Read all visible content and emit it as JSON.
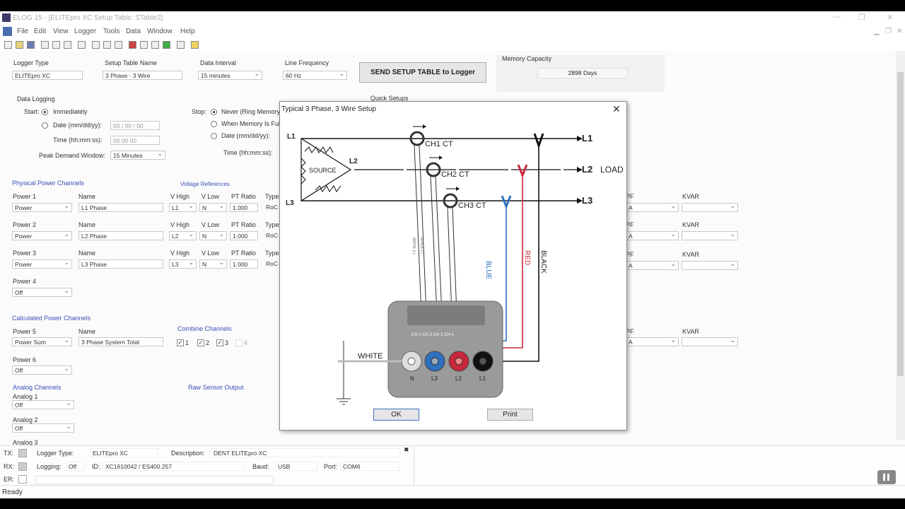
{
  "app": {
    "title": "ELOG 15 - [ELITEpro XC Setup Table: STable2]"
  },
  "menu": [
    "File",
    "Edit",
    "View",
    "Logger",
    "Tools",
    "Data",
    "Window",
    "Help"
  ],
  "setup": {
    "logger_type_label": "Logger Type",
    "logger_type": "ELITEpro XC",
    "table_name_label": "Setup Table Name",
    "table_name": "3 Phase - 3 Wire",
    "interval_label": "Data Interval",
    "interval": "15 minutes",
    "freq_label": "Line Frequency",
    "freq": "60 Hz",
    "send_button": "SEND SETUP TABLE to Logger",
    "memory_label": "Memory Capacity",
    "memory": "2898 Days"
  },
  "logging": {
    "title": "Data Logging",
    "start_label": "Start:",
    "immediately": "Immediately",
    "date_label": "Date (mm/dd/yy):",
    "date_val": "00 / 00 / 00",
    "time_label": "Time (hh:mm:ss):",
    "time_val": "00   00   00",
    "peak_label": "Peak Demand Window:",
    "peak_val": "15 Minutes",
    "stop_label": "Stop:",
    "never": "Never (Ring Memory)",
    "when_full": "When Memory Is Full",
    "stop_date": "Date (mm/dd/yy):",
    "stop_time": "Time (hh:mm:ss):",
    "quick_setups": "Quick Setups"
  },
  "physical": {
    "title": "Physical Power Channels",
    "voltage_refs": "Voltage References",
    "name_hdr": "Name",
    "vhigh_hdr": "V High",
    "vlow_hdr": "V Low",
    "pt_hdr": "PT Ratio",
    "type_hdr": "Type",
    "pf_hdr": "PF",
    "kvar_hdr": "KVAR",
    "rows": [
      {
        "label": "Power 1",
        "type": "Power",
        "name": "L1 Phase",
        "vhigh": "L1",
        "vlow": "N",
        "pt": "1.000",
        "rog": "RoC"
      },
      {
        "label": "Power 2",
        "type": "Power",
        "name": "L2 Phase",
        "vhigh": "L2",
        "vlow": "N",
        "pt": "1.000",
        "rog": "RoC"
      },
      {
        "label": "Power 3",
        "type": "Power",
        "name": "L3 Phase",
        "vhigh": "L3",
        "vlow": "N",
        "pt": "1.000",
        "rog": "RoC"
      }
    ],
    "power4_label": "Power 4",
    "power4": "Off",
    "pf_sel": "A"
  },
  "calculated": {
    "title": "Calculated Power Channels",
    "power5_label": "Power 5",
    "power5": "Power Sum",
    "name_hdr": "Name",
    "name": "3 Phase System Total",
    "combine_title": "Combine Channels",
    "combine": [
      "1",
      "2",
      "3",
      "4"
    ],
    "power6_label": "Power 6",
    "power6": "Off"
  },
  "analog": {
    "title": "Analog Channels",
    "raw_title": "Raw Sensor Output",
    "a1_label": "Analog 1",
    "a1": "Off",
    "a2_label": "Analog 2",
    "a2": "Off",
    "a3_label": "Analog 3"
  },
  "dialog": {
    "title": "Typical 3 Phase, 3 Wire Setup",
    "ok": "OK",
    "print": "Print",
    "labels": {
      "l1": "L1",
      "l2": "L2",
      "l3": "L3",
      "source": "SOURCE",
      "load": "LOAD",
      "ch1": "CH1 CT",
      "ch2": "CH2 CT",
      "ch3": "CH3 CT",
      "blue": "BLUE",
      "red": "RED",
      "black": "BLACK",
      "white": "WHITE",
      "white_lead": "WHITE (+)",
      "black_lead": "BLACK (-)",
      "term_n": "N",
      "term_l3": "L3",
      "term_l2": "L2",
      "term_l1": "L1",
      "ch_labels": "CH 1   CH 2   CH 3   CH 4"
    }
  },
  "status": {
    "tx": "TX:",
    "rx": "RX:",
    "er": "ER:",
    "logger_type_label": "Logger Type:",
    "logger_type": "ELITEpro XC",
    "desc_label": "Description:",
    "desc": "DENT ELITEpro XC",
    "logging_label": "Logging:",
    "logging": "Off",
    "id_label": "ID:",
    "id": "XC1610042 / ES400.257",
    "baud_label": "Baud:",
    "baud": "USB",
    "port_label": "Port:",
    "port": "COM6",
    "ready": "Ready"
  },
  "colors": {
    "blue_wire": "#2f6fbf",
    "red_wire": "#c8283a",
    "black_wire": "#111111",
    "link_blue": "#3b4fb8"
  }
}
